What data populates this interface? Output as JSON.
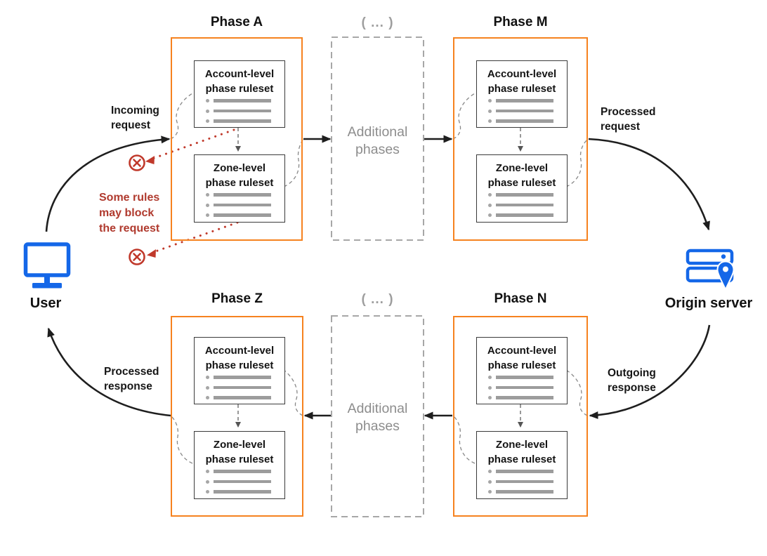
{
  "diagram": {
    "phases": [
      {
        "title": "Phase A",
        "cards": [
          {
            "title": "Account-level\nphase ruleset"
          },
          {
            "title": "Zone-level\nphase ruleset"
          }
        ]
      },
      {
        "title": "Phase M",
        "cards": [
          {
            "title": "Account-level\nphase ruleset"
          },
          {
            "title": "Zone-level\nphase ruleset"
          }
        ]
      },
      {
        "title": "Phase Z",
        "cards": [
          {
            "title": "Account-level\nphase ruleset"
          },
          {
            "title": "Zone-level\nphase ruleset"
          }
        ]
      },
      {
        "title": "Phase N",
        "cards": [
          {
            "title": "Account-level\nphase ruleset"
          },
          {
            "title": "Zone-level\nphase ruleset"
          }
        ]
      }
    ],
    "additional_top": {
      "ellipsis": "( ... )",
      "label": "Additional\nphases"
    },
    "additional_bottom": {
      "ellipsis": "( ... )",
      "label": "Additional\nphases"
    },
    "endpoints": {
      "user": "User",
      "origin": "Origin server"
    },
    "flow_labels": {
      "incoming": "Incoming\nrequest",
      "processed_request": "Processed\nrequest",
      "outgoing": "Outgoing\nresponse",
      "processed_response": "Processed\nresponse"
    },
    "block_note": "Some rules\nmay block\nthe request",
    "icons": {
      "user": "monitor-icon",
      "origin": "server-location-pin-icon",
      "block": "circle-x-icon"
    },
    "colors": {
      "phase_border": "#F6821F",
      "endpoint_blue": "#1467E8",
      "block_red": "#C0392B",
      "muted_gray": "#8D8D8D"
    }
  }
}
